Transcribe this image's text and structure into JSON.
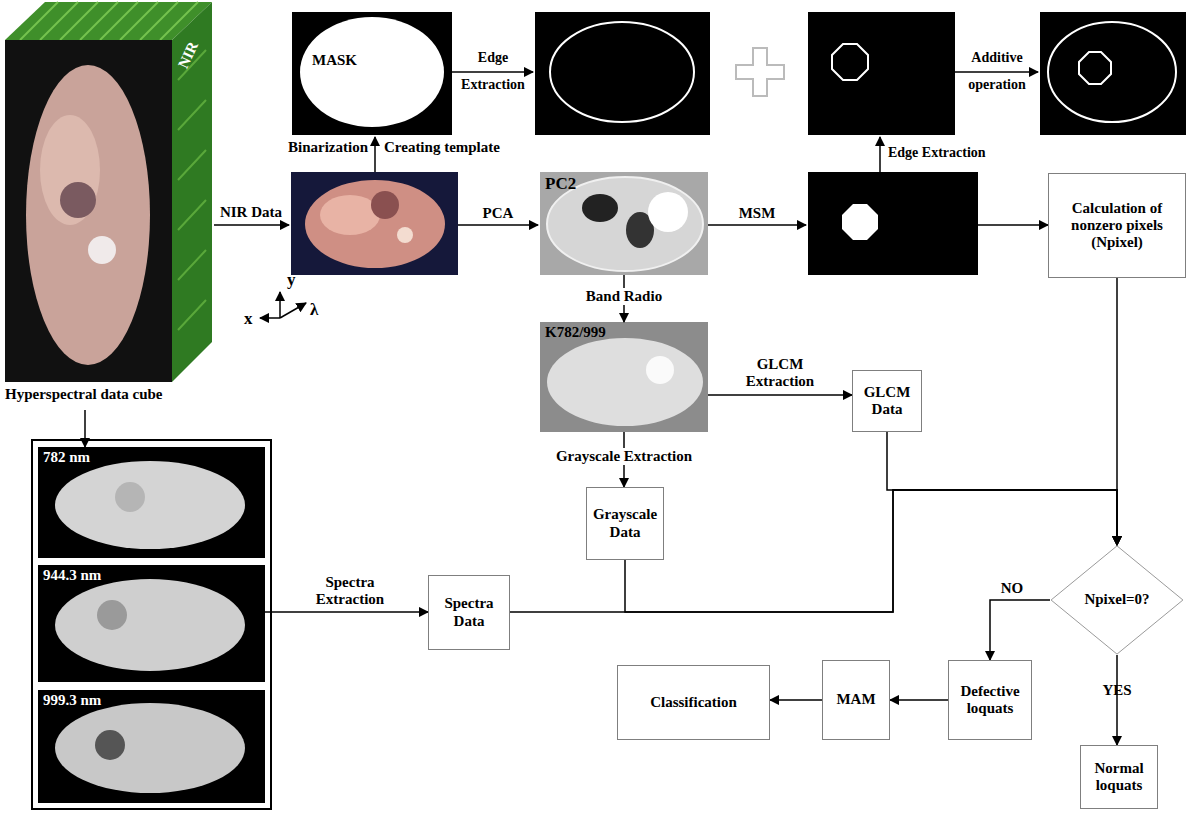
{
  "diagram": {
    "nodes": [
      {
        "text": [
          "NIR",
          "Hyperspectral data cube"
        ]
      },
      {
        "text": [
          "MASK"
        ]
      },
      {
        "text": [
          "PC2"
        ]
      },
      {
        "text": [
          "K782/999"
        ]
      },
      {
        "text": [
          "782 nm"
        ]
      },
      {
        "text": [
          "944.3 nm"
        ]
      },
      {
        "text": [
          "999.3 nm"
        ]
      },
      {
        "text": [
          "Calculation of nonzero pixels (Npixel)"
        ]
      },
      {
        "text": [
          "GLCM Data"
        ]
      },
      {
        "text": [
          "Grayscale Data"
        ]
      },
      {
        "text": [
          "Spectra Data"
        ]
      },
      {
        "text": [
          "Npixel=0?"
        ]
      },
      {
        "text": [
          "Defective loquats"
        ]
      },
      {
        "text": [
          "MAM"
        ]
      },
      {
        "text": [
          "Classification"
        ]
      },
      {
        "text": [
          "Normal loquats"
        ]
      }
    ],
    "edges": [
      {
        "from": 2,
        "to": 3,
        "label": "Band Radio",
        "arrow": "to"
      },
      {
        "from": 3,
        "to": 8,
        "label": "GLCM Extraction",
        "arrow": "to"
      },
      {
        "from": 3,
        "to": 9,
        "label": "Grayscale Extraction",
        "arrow": "to"
      },
      {
        "from": 0,
        "to": 4,
        "arrow": "to"
      },
      {
        "from": 5,
        "to": 10,
        "label": "Spectra Extraction",
        "arrow": "to"
      },
      {
        "from": 7,
        "to": 11,
        "arrow": "to"
      },
      {
        "from": 8,
        "to": 11,
        "arrow": "to"
      },
      {
        "from": 9,
        "to": 11,
        "arrow": "to"
      },
      {
        "from": 10,
        "to": 11,
        "arrow": "to"
      },
      {
        "from": 11,
        "to": 12,
        "label": "NO",
        "arrow": "to"
      },
      {
        "from": 11,
        "to": 15,
        "label": "YES",
        "arrow": "to"
      },
      {
        "from": 12,
        "to": 13,
        "arrow": "to"
      },
      {
        "from": 13,
        "to": 14,
        "arrow": "to"
      }
    ],
    "labels": [
      "NIR Data",
      "Binarization",
      "Creating template",
      "Edge",
      "Extraction",
      "Additive",
      "operation",
      "PCA",
      "MSM",
      "Edge Extraction",
      "x",
      "y",
      "λ"
    ]
  }
}
